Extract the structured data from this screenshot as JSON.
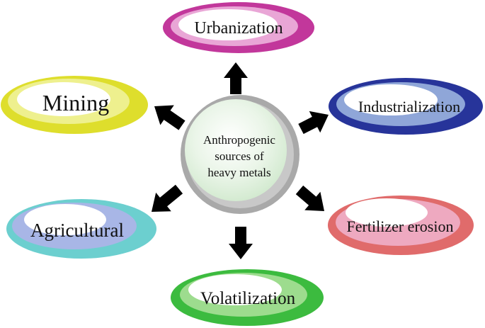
{
  "center": {
    "lines": [
      "Anthropogenic",
      "sources of",
      "heavy metals"
    ]
  },
  "sources": [
    {
      "id": "urbanization",
      "label": "Urbanization",
      "color": "#c2379b",
      "pale": "#e9a6d6"
    },
    {
      "id": "industrialization",
      "label": "Industrialization",
      "color": "#27349a",
      "pale": "#8fa6d8"
    },
    {
      "id": "fertilizer-erosion",
      "label": "Fertilizer erosion",
      "color": "#e06b6b",
      "pale": "#eea9c0"
    },
    {
      "id": "volatilization",
      "label": "Volatilization",
      "color": "#3cbb3f",
      "pale": "#9ddc8e"
    },
    {
      "id": "agricultural",
      "label": "Agricultural",
      "color": "#6ccfcf",
      "pale": "#a8b6e6"
    },
    {
      "id": "mining",
      "label": "Mining",
      "color": "#dede2c",
      "pale": "#eef08e"
    }
  ],
  "colors": {
    "center_ring": "#a9a9a9",
    "center_fill": "#d3ecd1",
    "arrow": "#000000"
  }
}
